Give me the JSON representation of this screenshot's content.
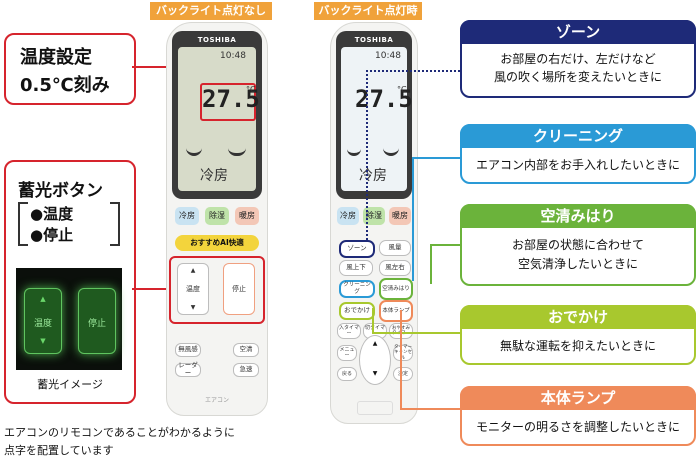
{
  "headers": {
    "left": "バックライト点灯なし",
    "right": "バックライト点灯時"
  },
  "callout_temp": {
    "line1": "温度設定",
    "line2": "0.5℃刻み"
  },
  "callout_glow": {
    "title": "蓄光ボタン",
    "item1": "●温度",
    "item2": "●停止",
    "image_caption": "蓄光イメージ"
  },
  "glow_buttons": {
    "temp_label": "温度",
    "stop_label": "停止"
  },
  "caption": {
    "line1": "エアコンのリモコンであることがわかるように",
    "line2": "点字を配置しています"
  },
  "remote": {
    "brand": "TOSHIBA",
    "time": "10:48",
    "temperature": "27.5",
    "unit": "°C",
    "mode_display": "冷房",
    "mode_buttons": [
      "冷房",
      "除湿",
      "暖房"
    ],
    "ai_button": "おすすめAI快適",
    "temp_button": "温度",
    "stop_button": "停止",
    "lower_buttons": [
      "無風感",
      "空清",
      "レーダー",
      "急速"
    ],
    "bottom_label": "エアコン",
    "open_buttons": [
      "ゾーン",
      "風量",
      "風上下",
      "風左右",
      "クリーニング",
      "空清みはり",
      "おでかけ",
      "本体ランプ",
      "入タイマー",
      "切タイマー",
      "おやすみタイマー",
      "メニュー",
      "タイマーキャンセル",
      "戻る",
      "決定"
    ]
  },
  "features": [
    {
      "title": "ゾーン",
      "line1": "お部屋の右だけ、左だけなど",
      "line2": "風の吹く場所を変えたいときに",
      "color": "#1e2a78"
    },
    {
      "title": "クリーニング",
      "line1": "エアコン内部をお手入れしたいときに",
      "line2": "",
      "color": "#2a9ad6"
    },
    {
      "title": "空清みはり",
      "line1": "お部屋の状態に合わせて",
      "line2": "空気清浄したいときに",
      "color": "#6bb33b"
    },
    {
      "title": "おでかけ",
      "line1": "無駄な運転を抑えたいときに",
      "line2": "",
      "color": "#a8c82e"
    },
    {
      "title": "本体ランプ",
      "line1": "モニターの明るさを調整したいときに",
      "line2": "",
      "color": "#ef8a5a"
    }
  ]
}
